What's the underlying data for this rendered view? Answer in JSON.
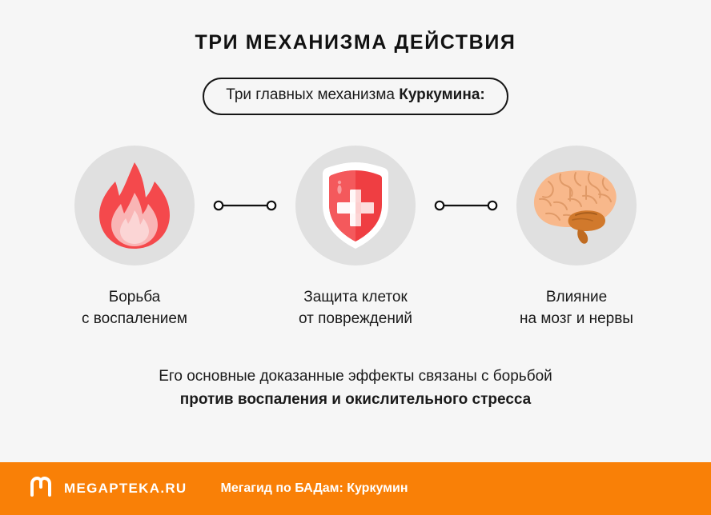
{
  "title": "ТРИ МЕХАНИЗМА ДЕЙСТВИЯ",
  "subtitle_pill": {
    "text_regular": "Три главных механизма ",
    "text_bold": "Куркумина:"
  },
  "mechanisms": [
    {
      "icon": "flame-icon",
      "label": "Борьба\nс воспалением"
    },
    {
      "icon": "shield-cross-icon",
      "label": "Защита клеток\nот повреждений"
    },
    {
      "icon": "brain-icon",
      "label": "Влияние\nна мозг и нервы"
    }
  ],
  "footnote": {
    "line1": "Его основные доказанные эффекты связаны с борьбой",
    "line2": "против воспаления и окислительного стресса"
  },
  "footer": {
    "logo_icon": "megapteka-m-logo-icon",
    "brand_name": "MEGAPTEKA.RU",
    "caption": "Мегагид по БАДам: Куркумин"
  },
  "colors": {
    "background": "#f6f6f6",
    "circle": "#e0e0e0",
    "flame_outer": "#f4494c",
    "flame_inner": "#f9b5b5",
    "flame_core": "#fbd5d5",
    "shield_red": "#ef3e42",
    "shield_red_light": "#f4595c",
    "shield_white": "#ffffff",
    "brain_light": "#f8b88b",
    "brain_dark": "#d1792c",
    "footer_orange": "#f98007",
    "text": "#1a1a1a",
    "connector": "#111111"
  }
}
